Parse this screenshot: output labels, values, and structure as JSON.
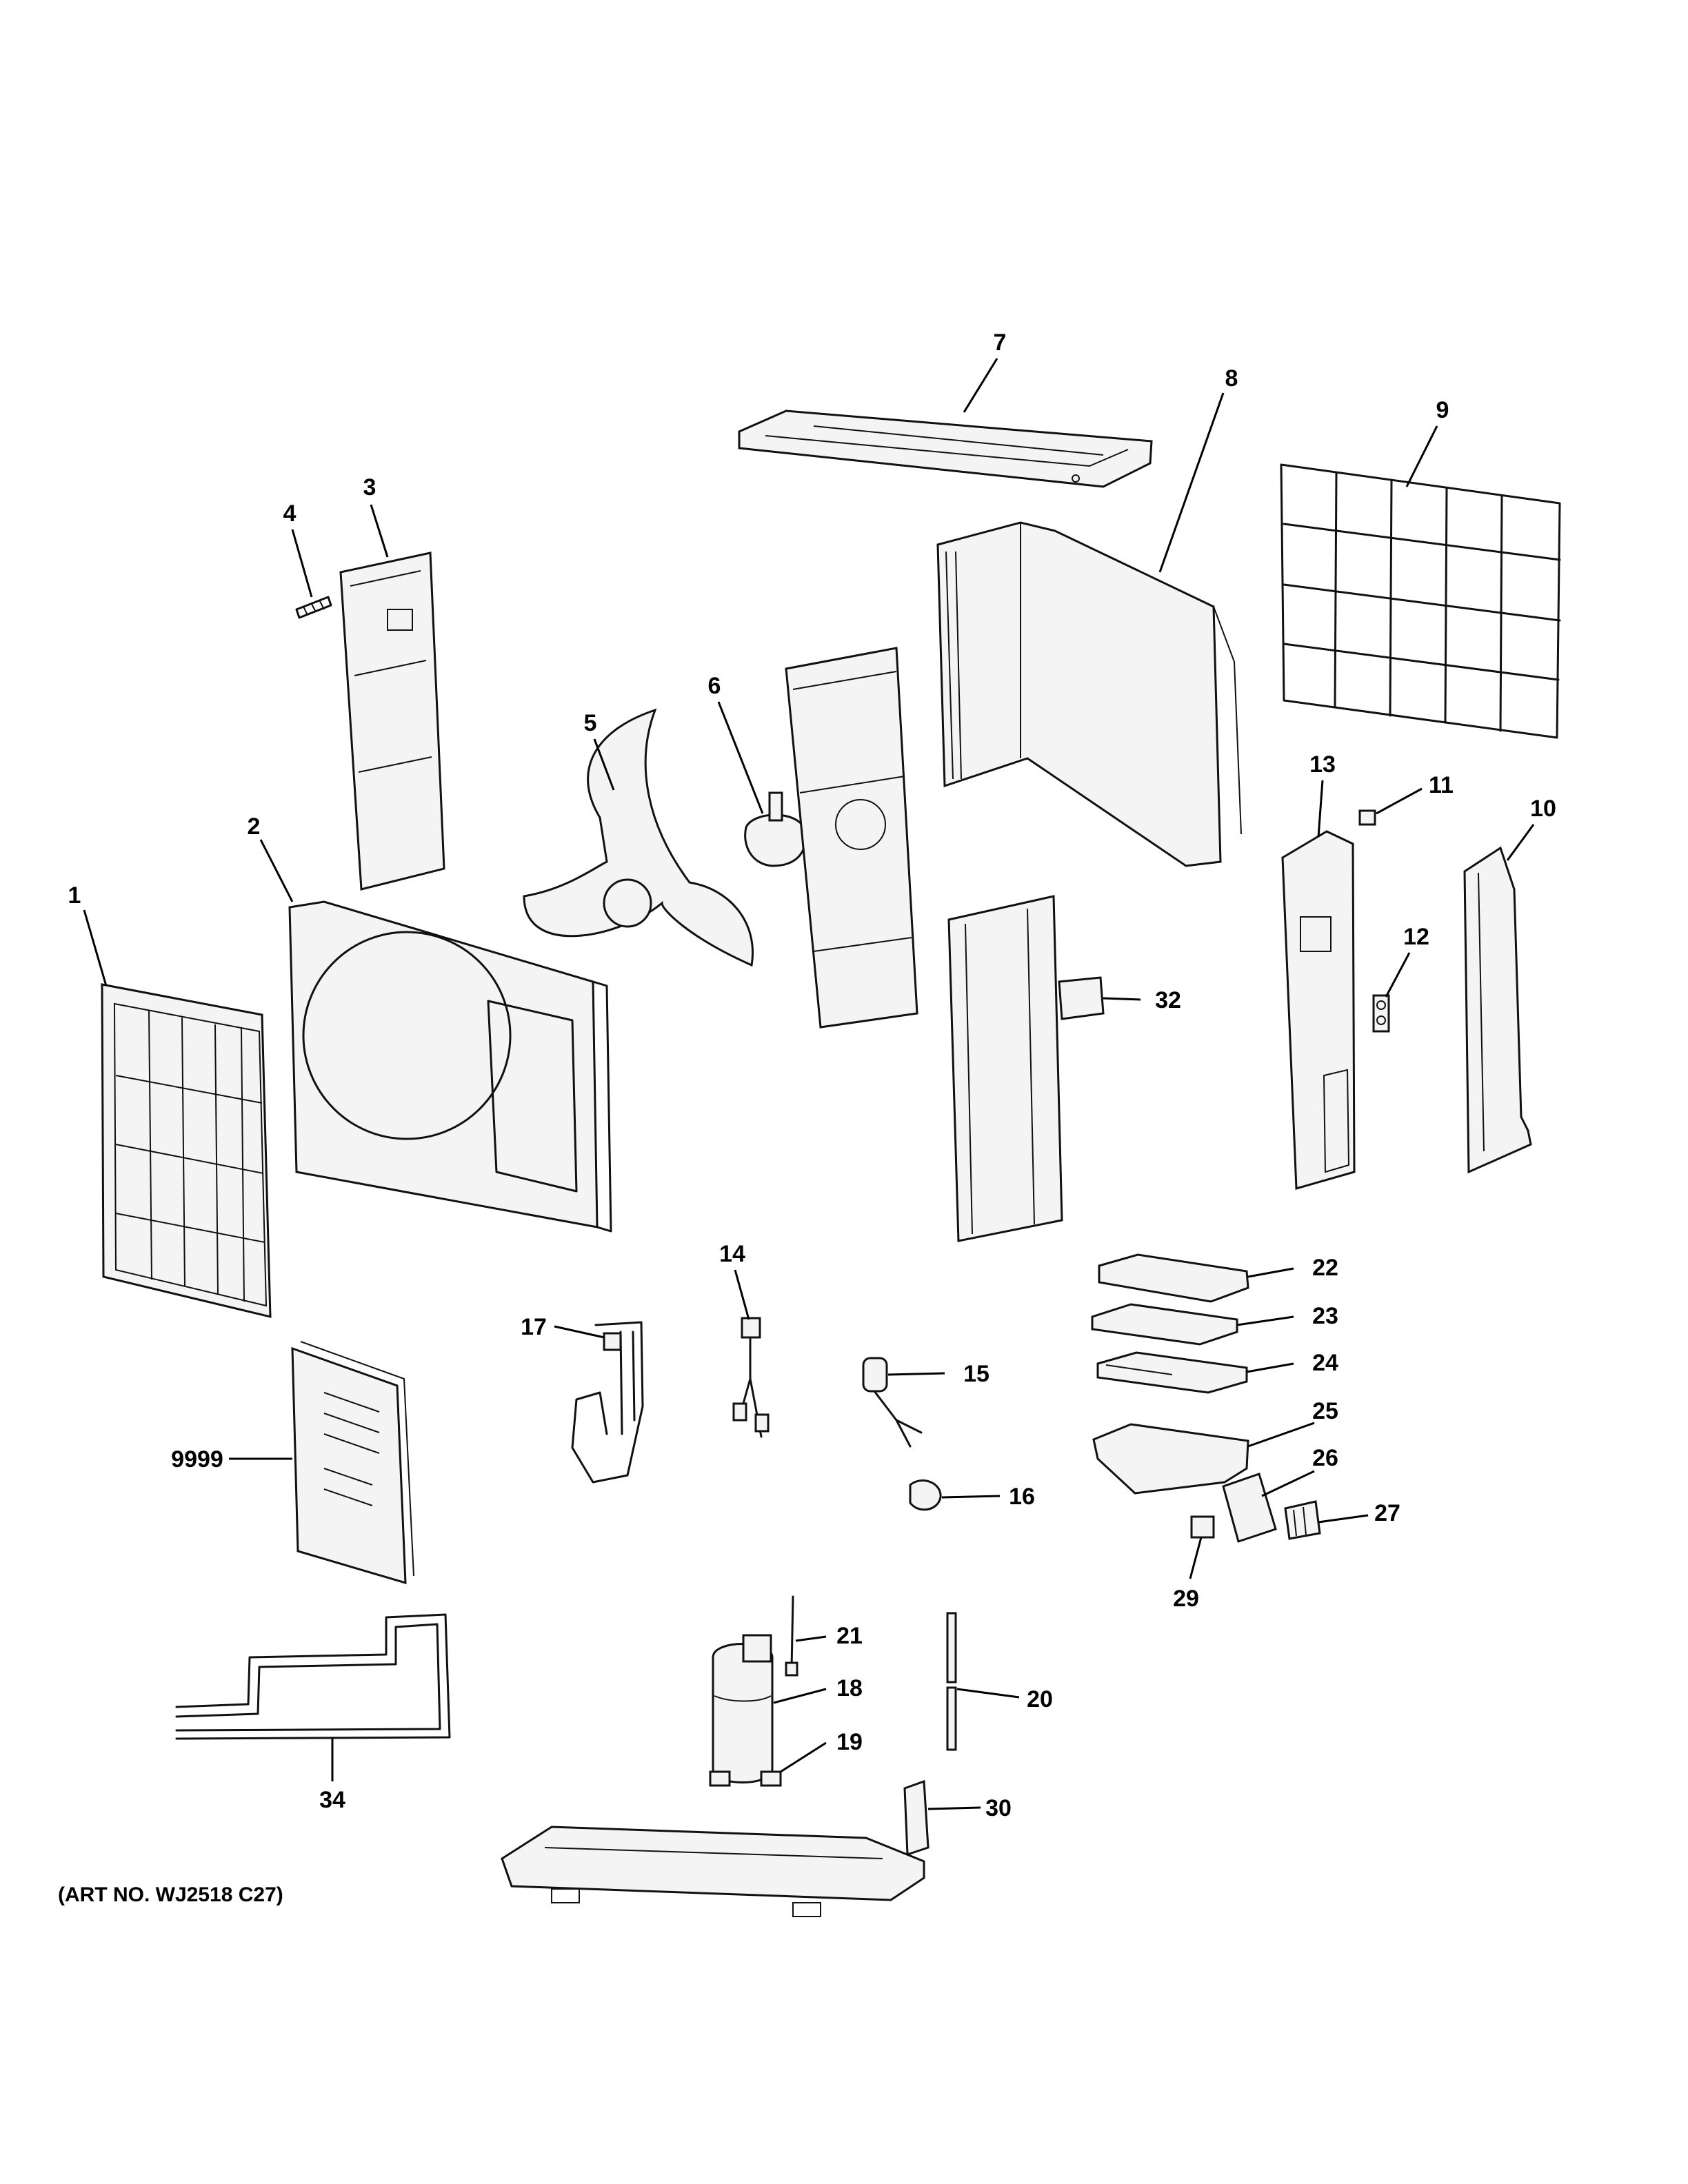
{
  "callouts": {
    "c1": "1",
    "c2": "2",
    "c3": "3",
    "c4": "4",
    "c5": "5",
    "c6": "6",
    "c7": "7",
    "c8": "8",
    "c9": "9",
    "c10": "10",
    "c11": "11",
    "c12": "12",
    "c13": "13",
    "c14": "14",
    "c15": "15",
    "c16": "16",
    "c17": "17",
    "c18": "18",
    "c19": "19",
    "c20": "20",
    "c21": "21",
    "c22": "22",
    "c23": "23",
    "c24": "24",
    "c25": "25",
    "c26": "26",
    "c27": "27",
    "c29": "29",
    "c30": "30",
    "c32": "32",
    "c34": "34",
    "c9999": "9999"
  },
  "art_number": "(ART NO. WJ2518 C27)"
}
